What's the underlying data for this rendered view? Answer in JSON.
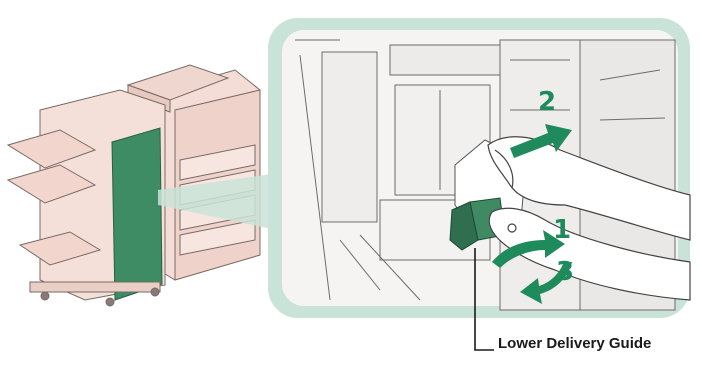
{
  "figure": {
    "steps": [
      "1",
      "2",
      "3"
    ],
    "callout_label": "Lower Delivery Guide",
    "colors": {
      "frame": "#c9e3d8",
      "panel": "#f6f4f2",
      "arrow": "#1f8a5b",
      "step_text": "#1f8a5b",
      "machine_body": "#f3ddd6",
      "machine_outline": "#7a6a66",
      "highlight_door": "#3d8c64",
      "guide_lever": "#2f6e4e"
    },
    "icons": [
      "copier-machine-icon",
      "hand-icon",
      "arrow-icon"
    ]
  }
}
